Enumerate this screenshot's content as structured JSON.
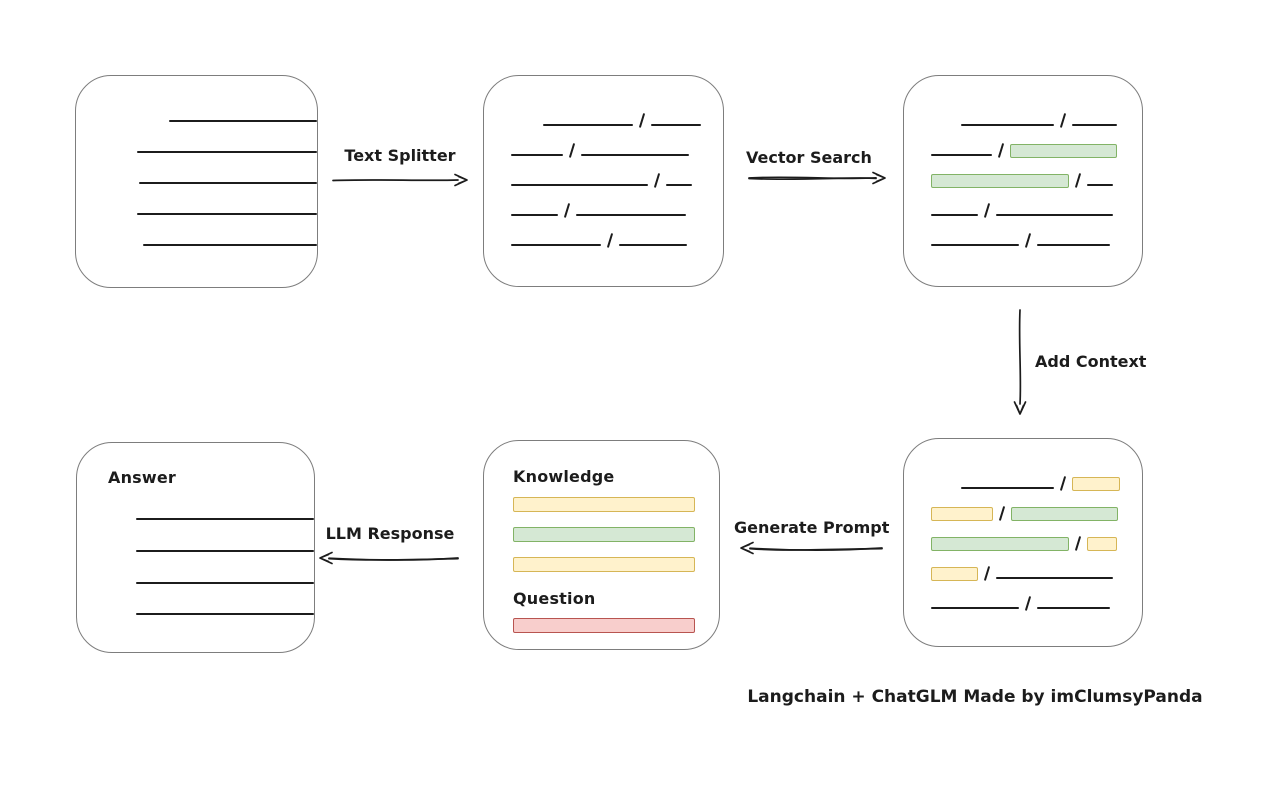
{
  "labels": {
    "text_splitter": "Text Splitter",
    "vector_search": "Vector Search",
    "add_context": "Add Context",
    "generate_prompt": "Generate Prompt",
    "llm_response": "LLM Response"
  },
  "prompt_box": {
    "knowledge": "Knowledge",
    "question": "Question"
  },
  "answer_box": {
    "title": "Answer"
  },
  "caption": "Langchain + ChatGLM Made by imClumsyPanda",
  "colors": {
    "ink": "#1c1c1c",
    "box_border": "#7d7d7d",
    "green_fill": "#d5e8d4",
    "green_stroke": "#82b366",
    "yellow_fill": "#fff2cc",
    "yellow_stroke": "#d6b656",
    "red_fill": "#f8cecc",
    "red_stroke": "#b85450"
  }
}
